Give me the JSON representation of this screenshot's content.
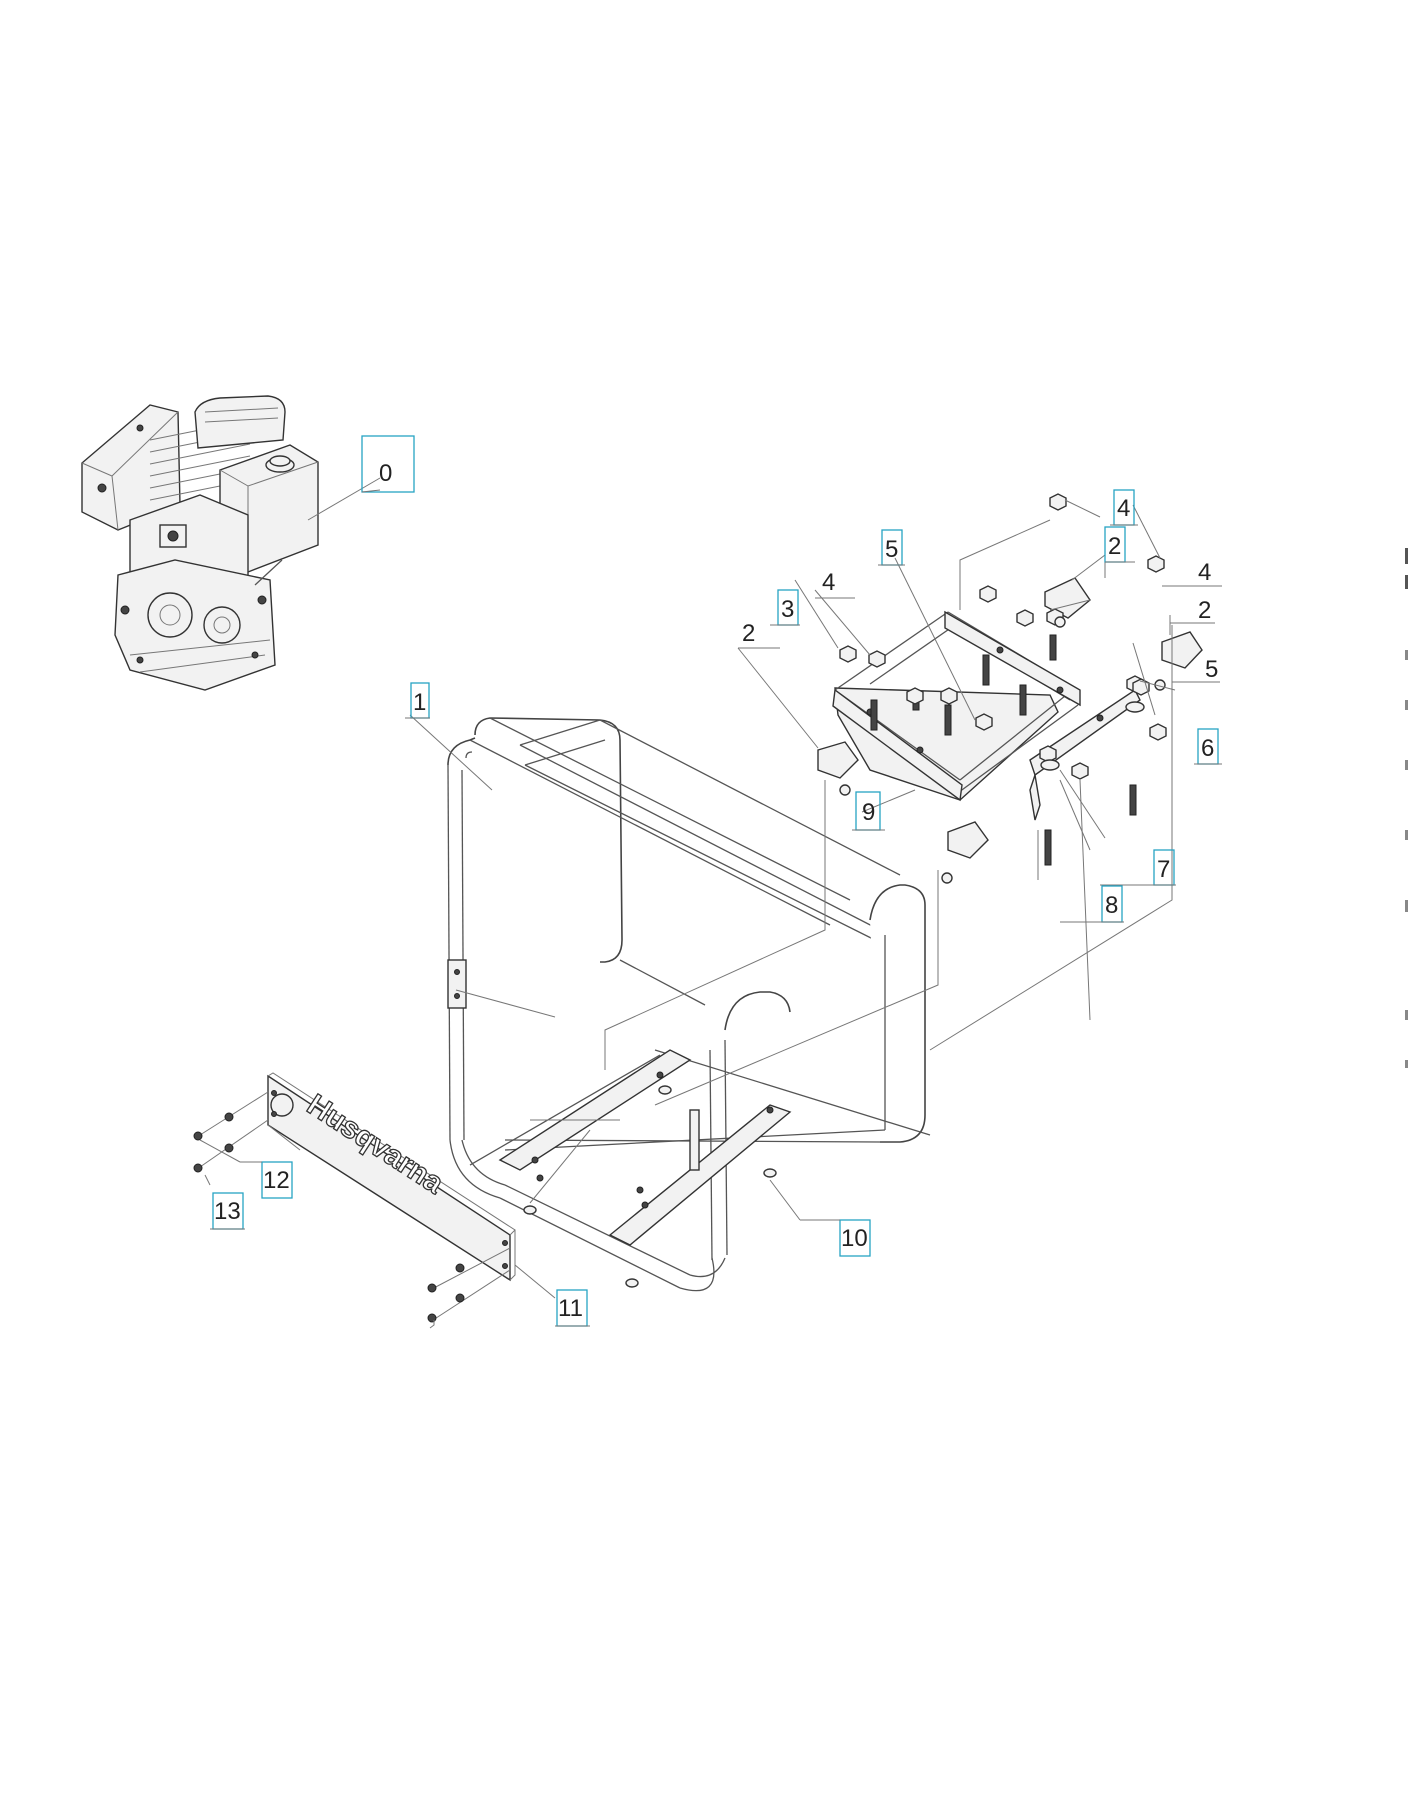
{
  "diagram": {
    "brand_text": "Husqvarna",
    "callouts": [
      {
        "id": "c0",
        "text": "0",
        "boxed": true
      },
      {
        "id": "c1",
        "text": "1",
        "boxed": true
      },
      {
        "id": "c2a",
        "text": "2",
        "boxed": false
      },
      {
        "id": "c2b",
        "text": "2",
        "boxed": true
      },
      {
        "id": "c2c",
        "text": "2",
        "boxed": false
      },
      {
        "id": "c3",
        "text": "3",
        "boxed": true
      },
      {
        "id": "c4a",
        "text": "4",
        "boxed": true
      },
      {
        "id": "c4b",
        "text": "4",
        "boxed": false
      },
      {
        "id": "c4c",
        "text": "4",
        "boxed": false
      },
      {
        "id": "c5a",
        "text": "5",
        "boxed": true
      },
      {
        "id": "c5b",
        "text": "5",
        "boxed": false
      },
      {
        "id": "c6",
        "text": "6",
        "boxed": true
      },
      {
        "id": "c7",
        "text": "7",
        "boxed": true
      },
      {
        "id": "c8",
        "text": "8",
        "boxed": true
      },
      {
        "id": "c9",
        "text": "9",
        "boxed": true
      },
      {
        "id": "c10",
        "text": "10",
        "boxed": true
      },
      {
        "id": "c11",
        "text": "11",
        "boxed": true
      },
      {
        "id": "c12",
        "text": "12",
        "boxed": true
      },
      {
        "id": "c13",
        "text": "13",
        "boxed": true
      }
    ],
    "side_text": "."
  },
  "colors": {
    "callout_box": "#27a3c4",
    "line": "#555555",
    "background": "#ffffff"
  }
}
